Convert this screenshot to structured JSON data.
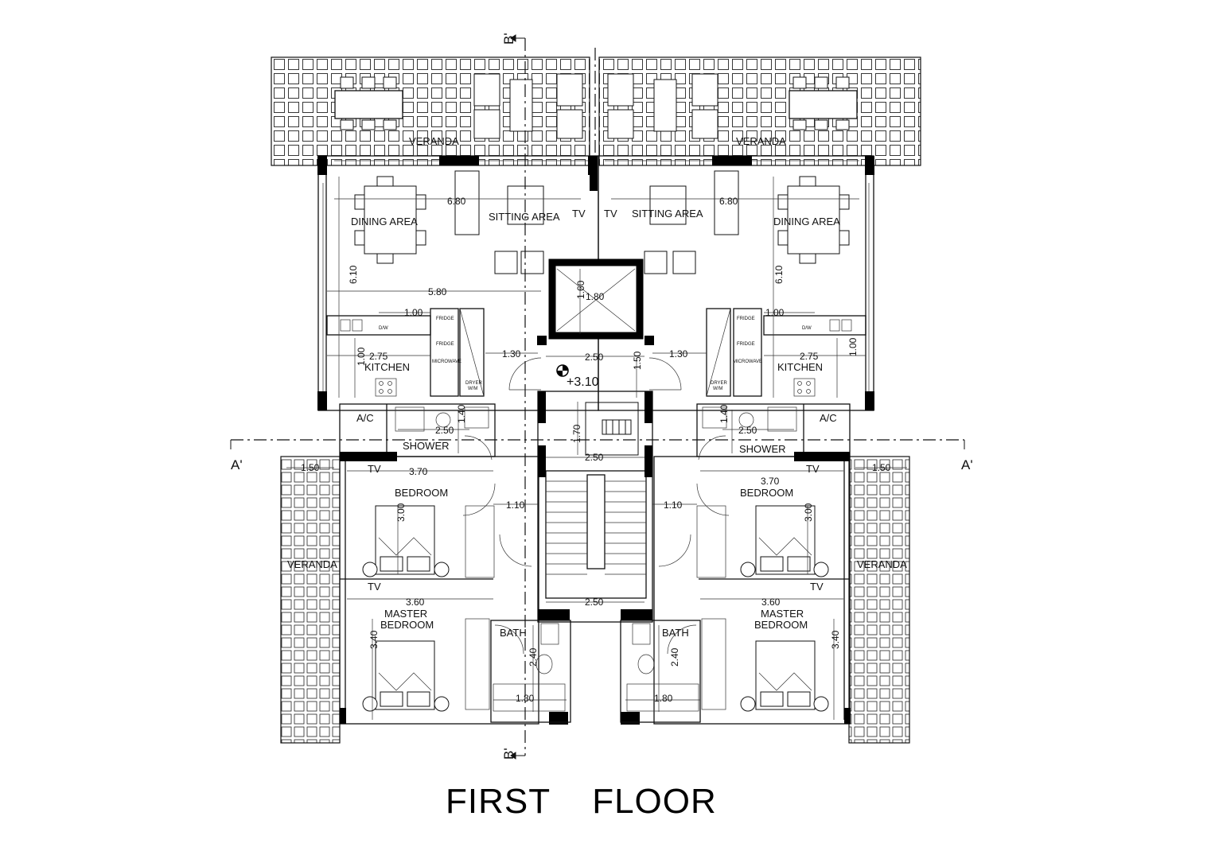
{
  "drawing_title": "FIRST    FLOOR",
  "section_marks": {
    "b_top": "B'",
    "b_bottom": "B'",
    "a_left": "A'",
    "a_right": "A'"
  },
  "level": "+3.10",
  "rooms": {
    "veranda_top_left": "VERANDA",
    "veranda_top_right": "VERANDA",
    "veranda_left": "VERANDA",
    "veranda_right": "VERANDA",
    "dining_left": "DINING  AREA",
    "dining_right": "DINING  AREA",
    "sitting_left": "SITTING AREA",
    "sitting_right": "SITTING AREA",
    "kitchen_left": "KITCHEN",
    "kitchen_right": "KITCHEN",
    "ac_left": "A/C",
    "ac_right": "A/C",
    "shower_left": "SHOWER",
    "shower_right": "SHOWER",
    "bedroom_left": "BEDROOM",
    "bedroom_right": "BEDROOM",
    "master_left_1": "MASTER",
    "master_left_2": "BEDROOM",
    "master_right_1": "MASTER",
    "master_right_2": "BEDROOM",
    "bath_left": "BATH",
    "bath_right": "BATH",
    "tv": "TV"
  },
  "appliances": {
    "fridge": "FRIDGE",
    "microwave": "MICROWAVE",
    "dw": "D/W",
    "dryer": "DRYER",
    "wm": "W/M"
  },
  "dimensions": {
    "d680": "6.80",
    "d610": "6.10",
    "d580": "5.80",
    "d100": "1.00",
    "d275": "2.75",
    "d130": "1.30",
    "d250": "2.50",
    "d180": "1.80",
    "d160": "1.60",
    "d150": "1.50",
    "d170": "1.70",
    "d140": "1.40",
    "d370": "3.70",
    "d110": "1.10",
    "d300": "3.00",
    "d360": "3.60",
    "d340": "3.40",
    "d240": "2.40"
  }
}
